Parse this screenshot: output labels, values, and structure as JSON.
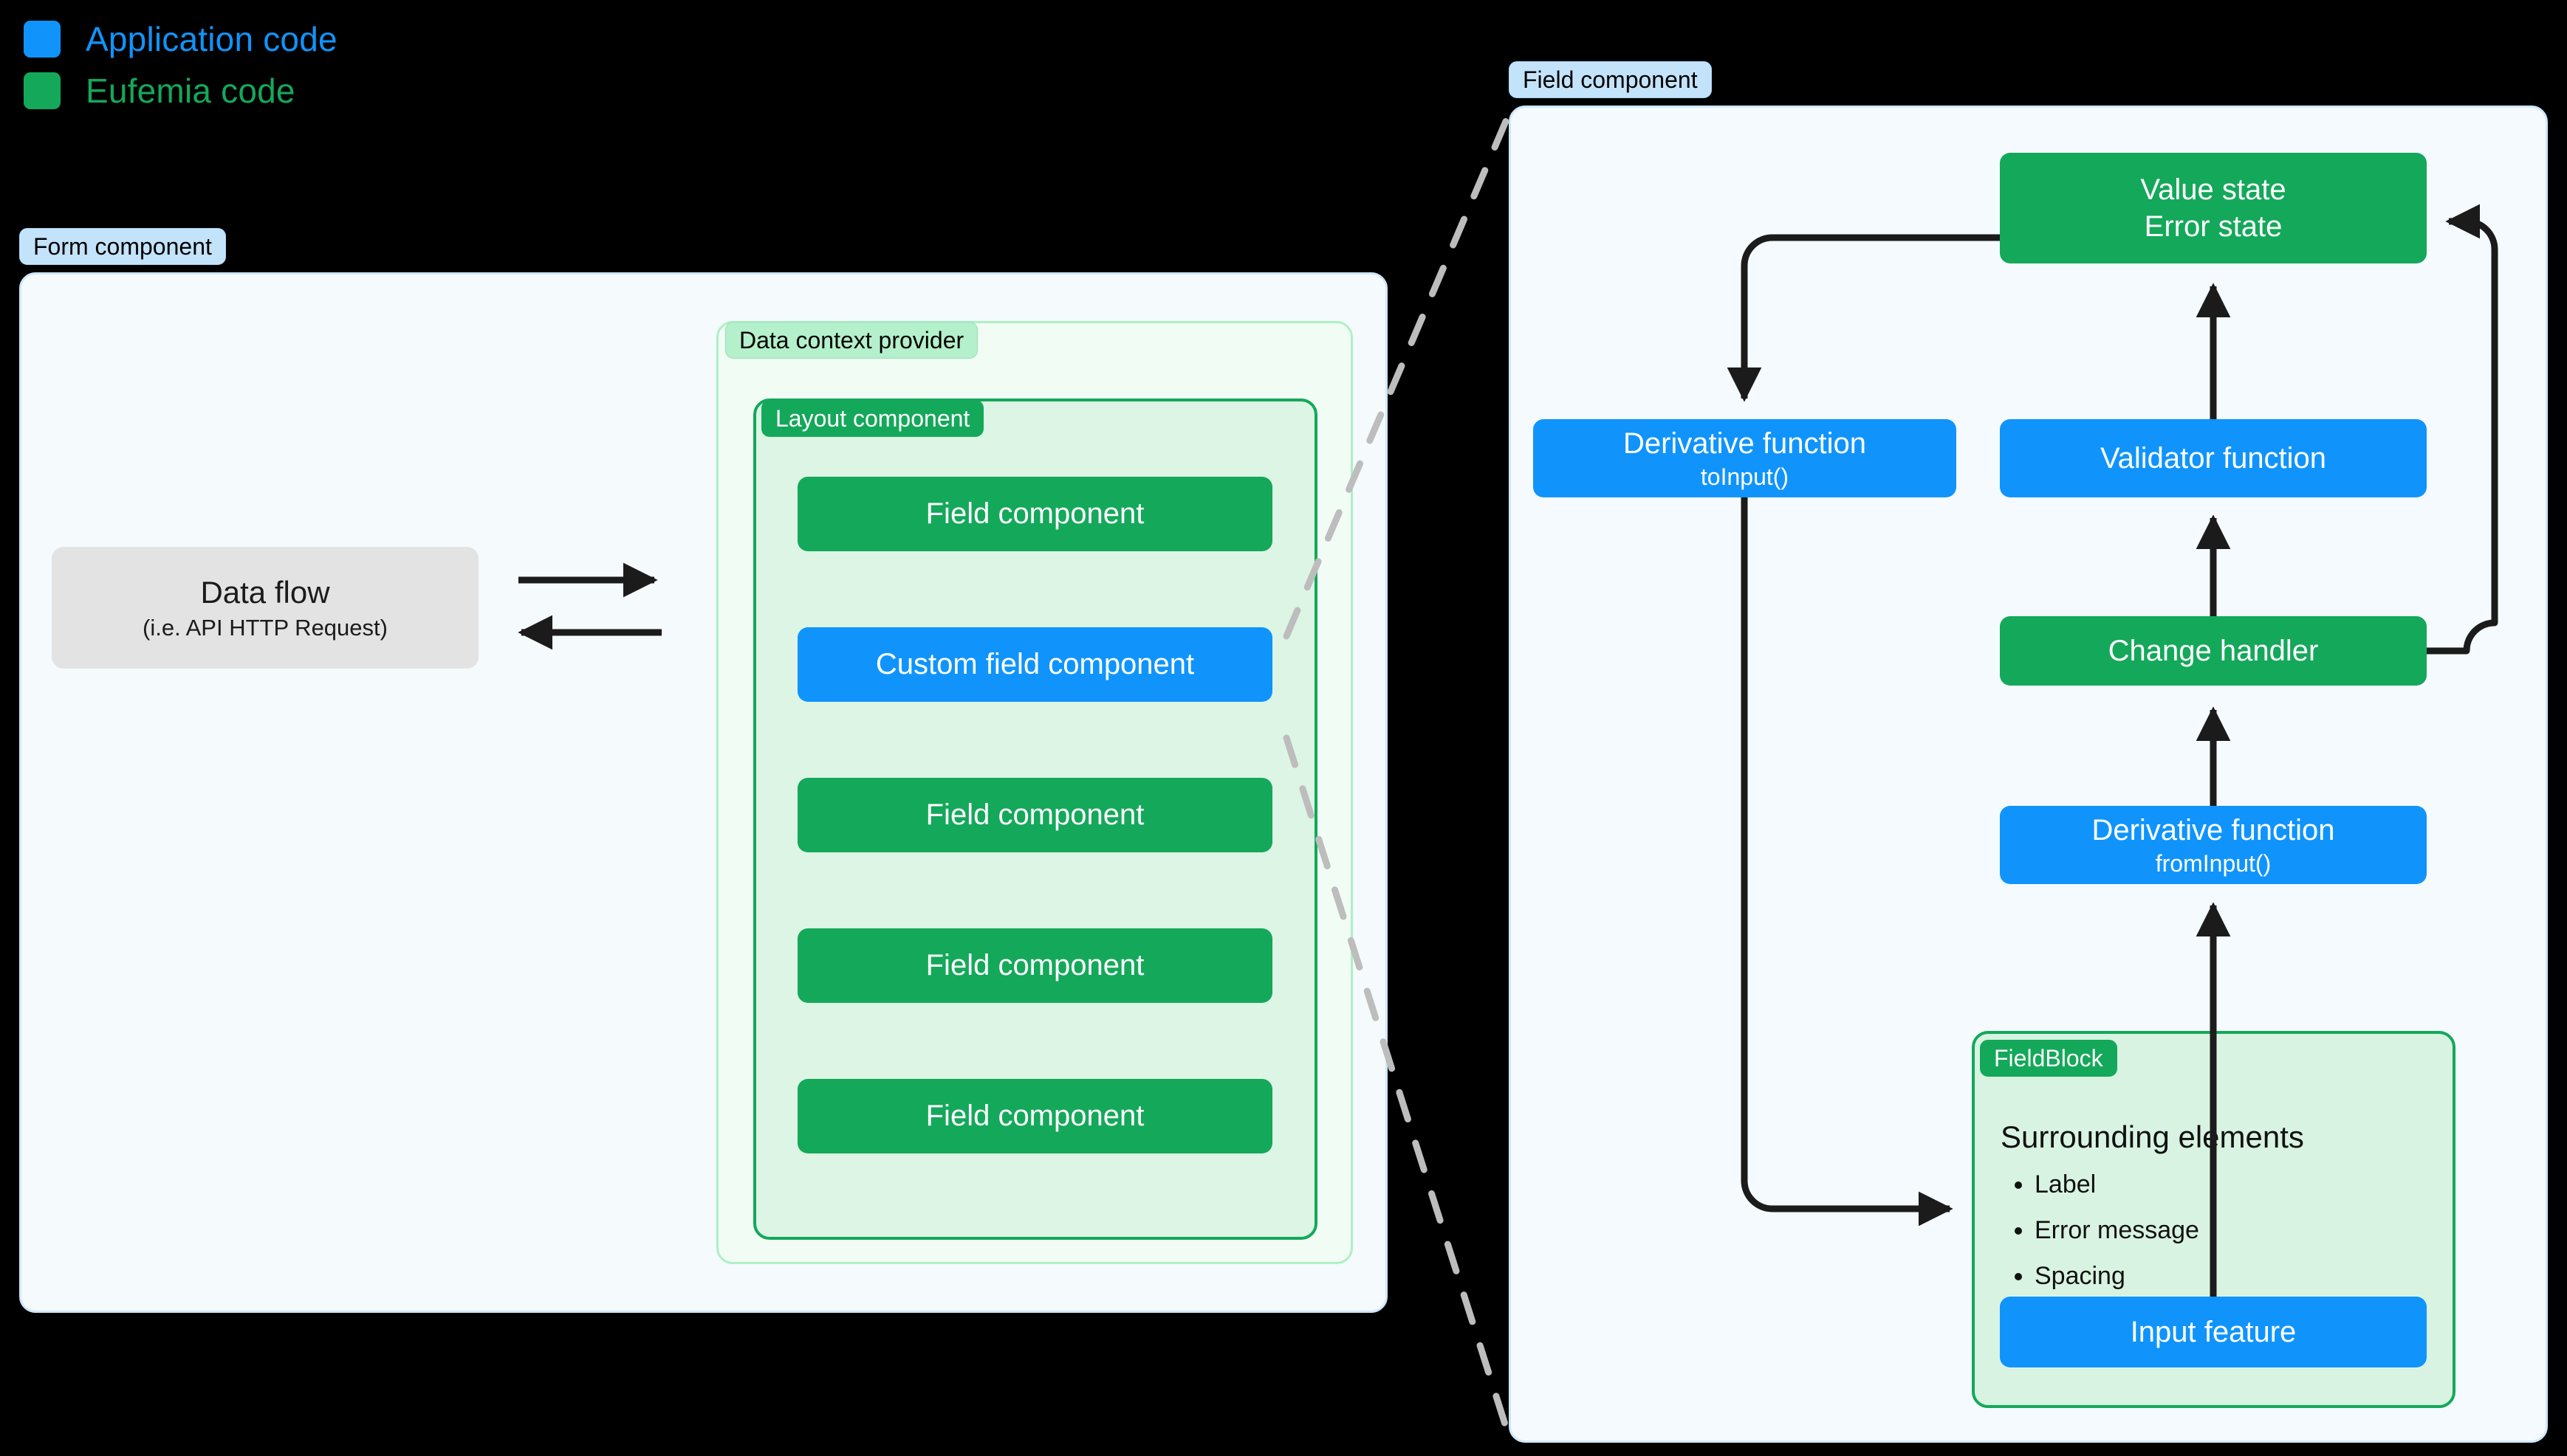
{
  "legend": {
    "items": [
      {
        "label": "Application code",
        "color": "#1094fc"
      },
      {
        "label": "Eufemia code",
        "color": "#14a85a"
      }
    ]
  },
  "colors": {
    "application_code": "#1094fc",
    "eufemia_code": "#14a85a",
    "badge_blue_bg": "#c3e3fb",
    "badge_green_light_bg": "#b4f0cb",
    "panel_blue_bg": "#f5fafd",
    "panel_green_light_bg": "#f1fdf4",
    "panel_layout_bg": "#ddf5e4",
    "fieldblock_bg": "#d8f3e2",
    "data_flow_bg": "#e4e3e3",
    "arrow": "#1b1b1b",
    "zoom_connector": "#bdbdbd",
    "background": "#000000"
  },
  "form_panel": {
    "badge": "Form component",
    "data_flow": {
      "title": "Data flow",
      "subtitle": "(i.e. API HTTP Request)"
    },
    "arrows": [
      {
        "name": "data-flow-out-arrow",
        "direction": "right"
      },
      {
        "name": "data-flow-in-arrow",
        "direction": "left"
      }
    ],
    "data_context_provider": {
      "badge": "Data context provider",
      "layout_component": {
        "badge": "Layout component",
        "fields": [
          {
            "label": "Field component",
            "kind": "eufemia"
          },
          {
            "label": "Custom field component",
            "kind": "application"
          },
          {
            "label": "Field component",
            "kind": "eufemia"
          },
          {
            "label": "Field component",
            "kind": "eufemia"
          },
          {
            "label": "Field component",
            "kind": "eufemia"
          }
        ]
      }
    }
  },
  "field_panel": {
    "badge": "Field component",
    "nodes": {
      "value_state": {
        "line1": "Value state",
        "line2": "Error state",
        "kind": "eufemia"
      },
      "to_input": {
        "line1": "Derivative function",
        "line2": "toInput()",
        "kind": "application"
      },
      "validator": {
        "line1": "Validator function",
        "kind": "application"
      },
      "change_handler": {
        "line1": "Change handler",
        "kind": "eufemia"
      },
      "from_input": {
        "line1": "Derivative function",
        "line2": "fromInput()",
        "kind": "application"
      }
    },
    "field_block": {
      "badge": "FieldBlock",
      "title": "Surrounding elements",
      "items": [
        "Label",
        "Error message",
        "Spacing"
      ],
      "input_feature": {
        "label": "Input feature",
        "kind": "application"
      }
    },
    "arrows": [
      {
        "name": "value-state-to-toinput",
        "from": "value_state",
        "to": "to_input"
      },
      {
        "name": "toinput-to-fieldblock",
        "from": "to_input",
        "to": "field_block"
      },
      {
        "name": "inputfeature-to-frominput",
        "from": "input_feature",
        "to": "from_input"
      },
      {
        "name": "frominput-to-changehandler",
        "from": "from_input",
        "to": "change_handler"
      },
      {
        "name": "changehandler-to-validator",
        "from": "change_handler",
        "to": "validator"
      },
      {
        "name": "validator-to-valuestate",
        "from": "validator",
        "to": "value_state"
      },
      {
        "name": "changehandler-to-valuestate",
        "from": "change_handler",
        "to": "value_state"
      }
    ]
  },
  "zoom_connector": {
    "name": "custom-field-zoom-connector",
    "style": "dashed",
    "from": "Custom field component",
    "to": "Field component panel"
  }
}
